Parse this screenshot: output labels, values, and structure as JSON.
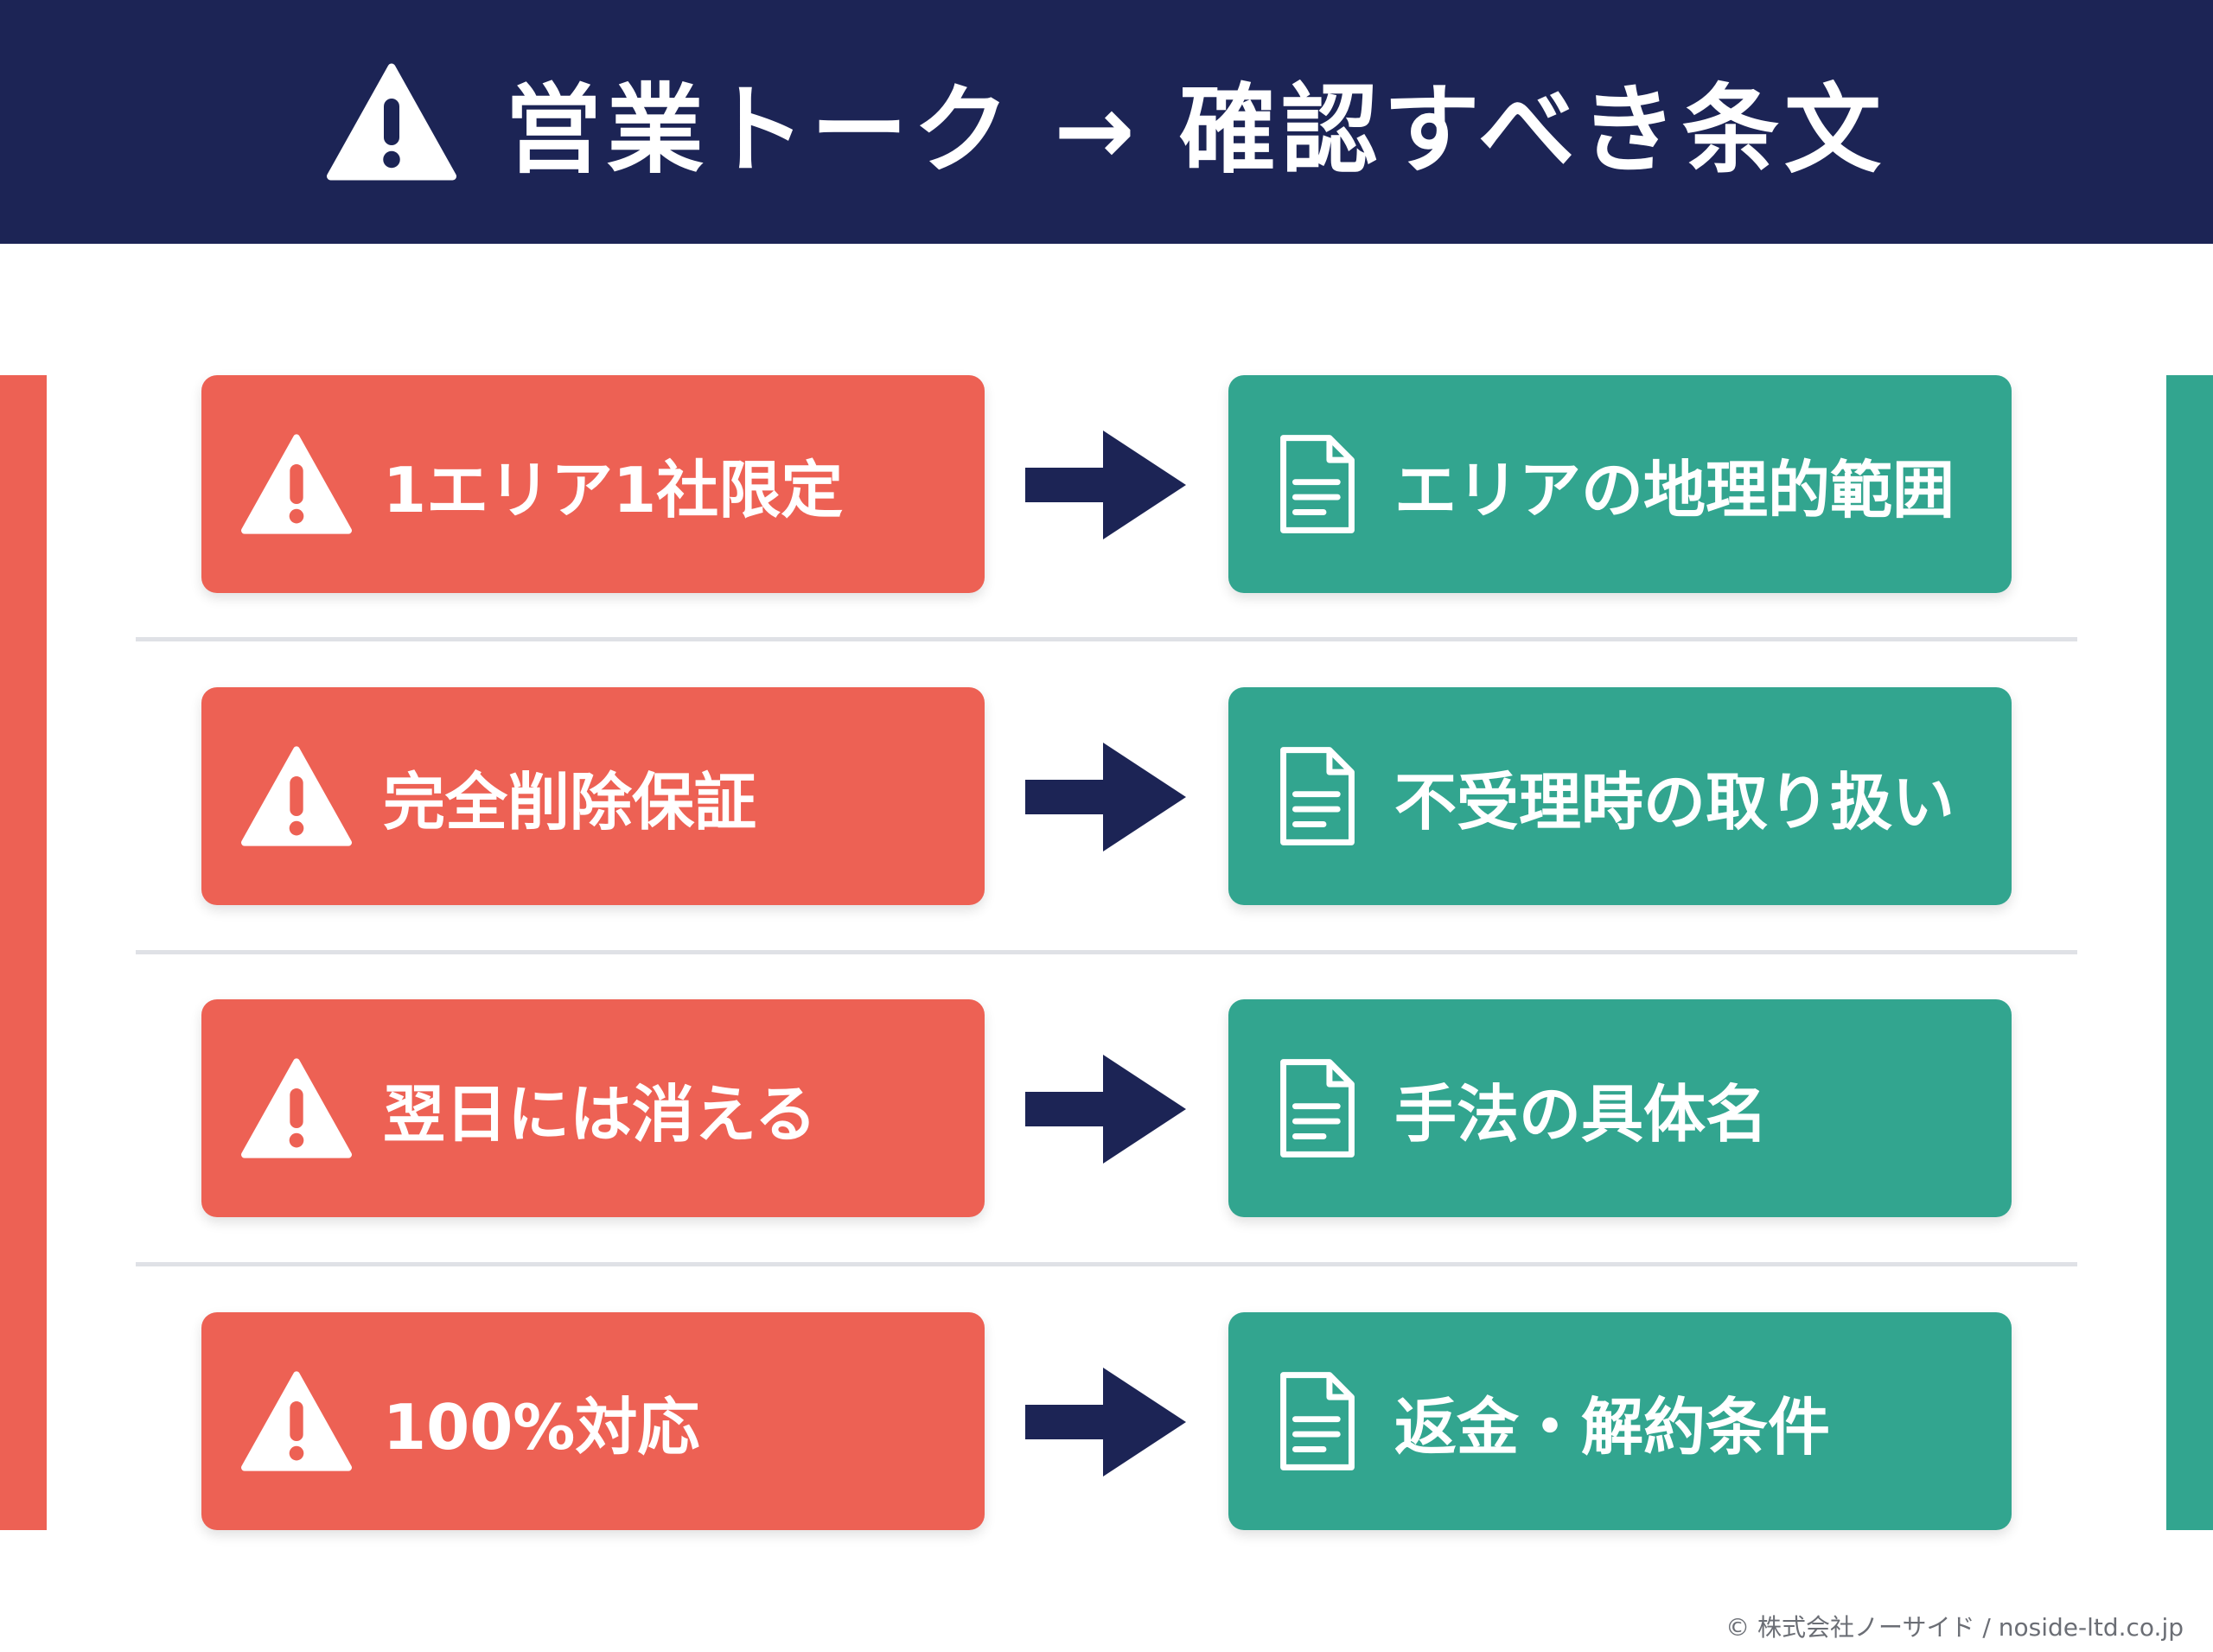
{
  "header": {
    "title": "営業トーク → 確認すべき条文",
    "icon": "warning-icon"
  },
  "colors": {
    "header_bg": "#1c2455",
    "red": "#ed6154",
    "green": "#32a58f",
    "arrow": "#1c2455"
  },
  "rows": [
    {
      "talk": "1エリア1社限定",
      "clause": "エリアの地理的範囲"
    },
    {
      "talk": "完全削除保証",
      "clause": "不受理時の取り扱い"
    },
    {
      "talk": "翌日には消える",
      "clause": "手法の具体名"
    },
    {
      "talk": "100%対応",
      "clause": "返金・解約条件"
    }
  ],
  "footer": {
    "copyright": "© 株式会社ノーサイド / noside-ltd.co.jp"
  }
}
